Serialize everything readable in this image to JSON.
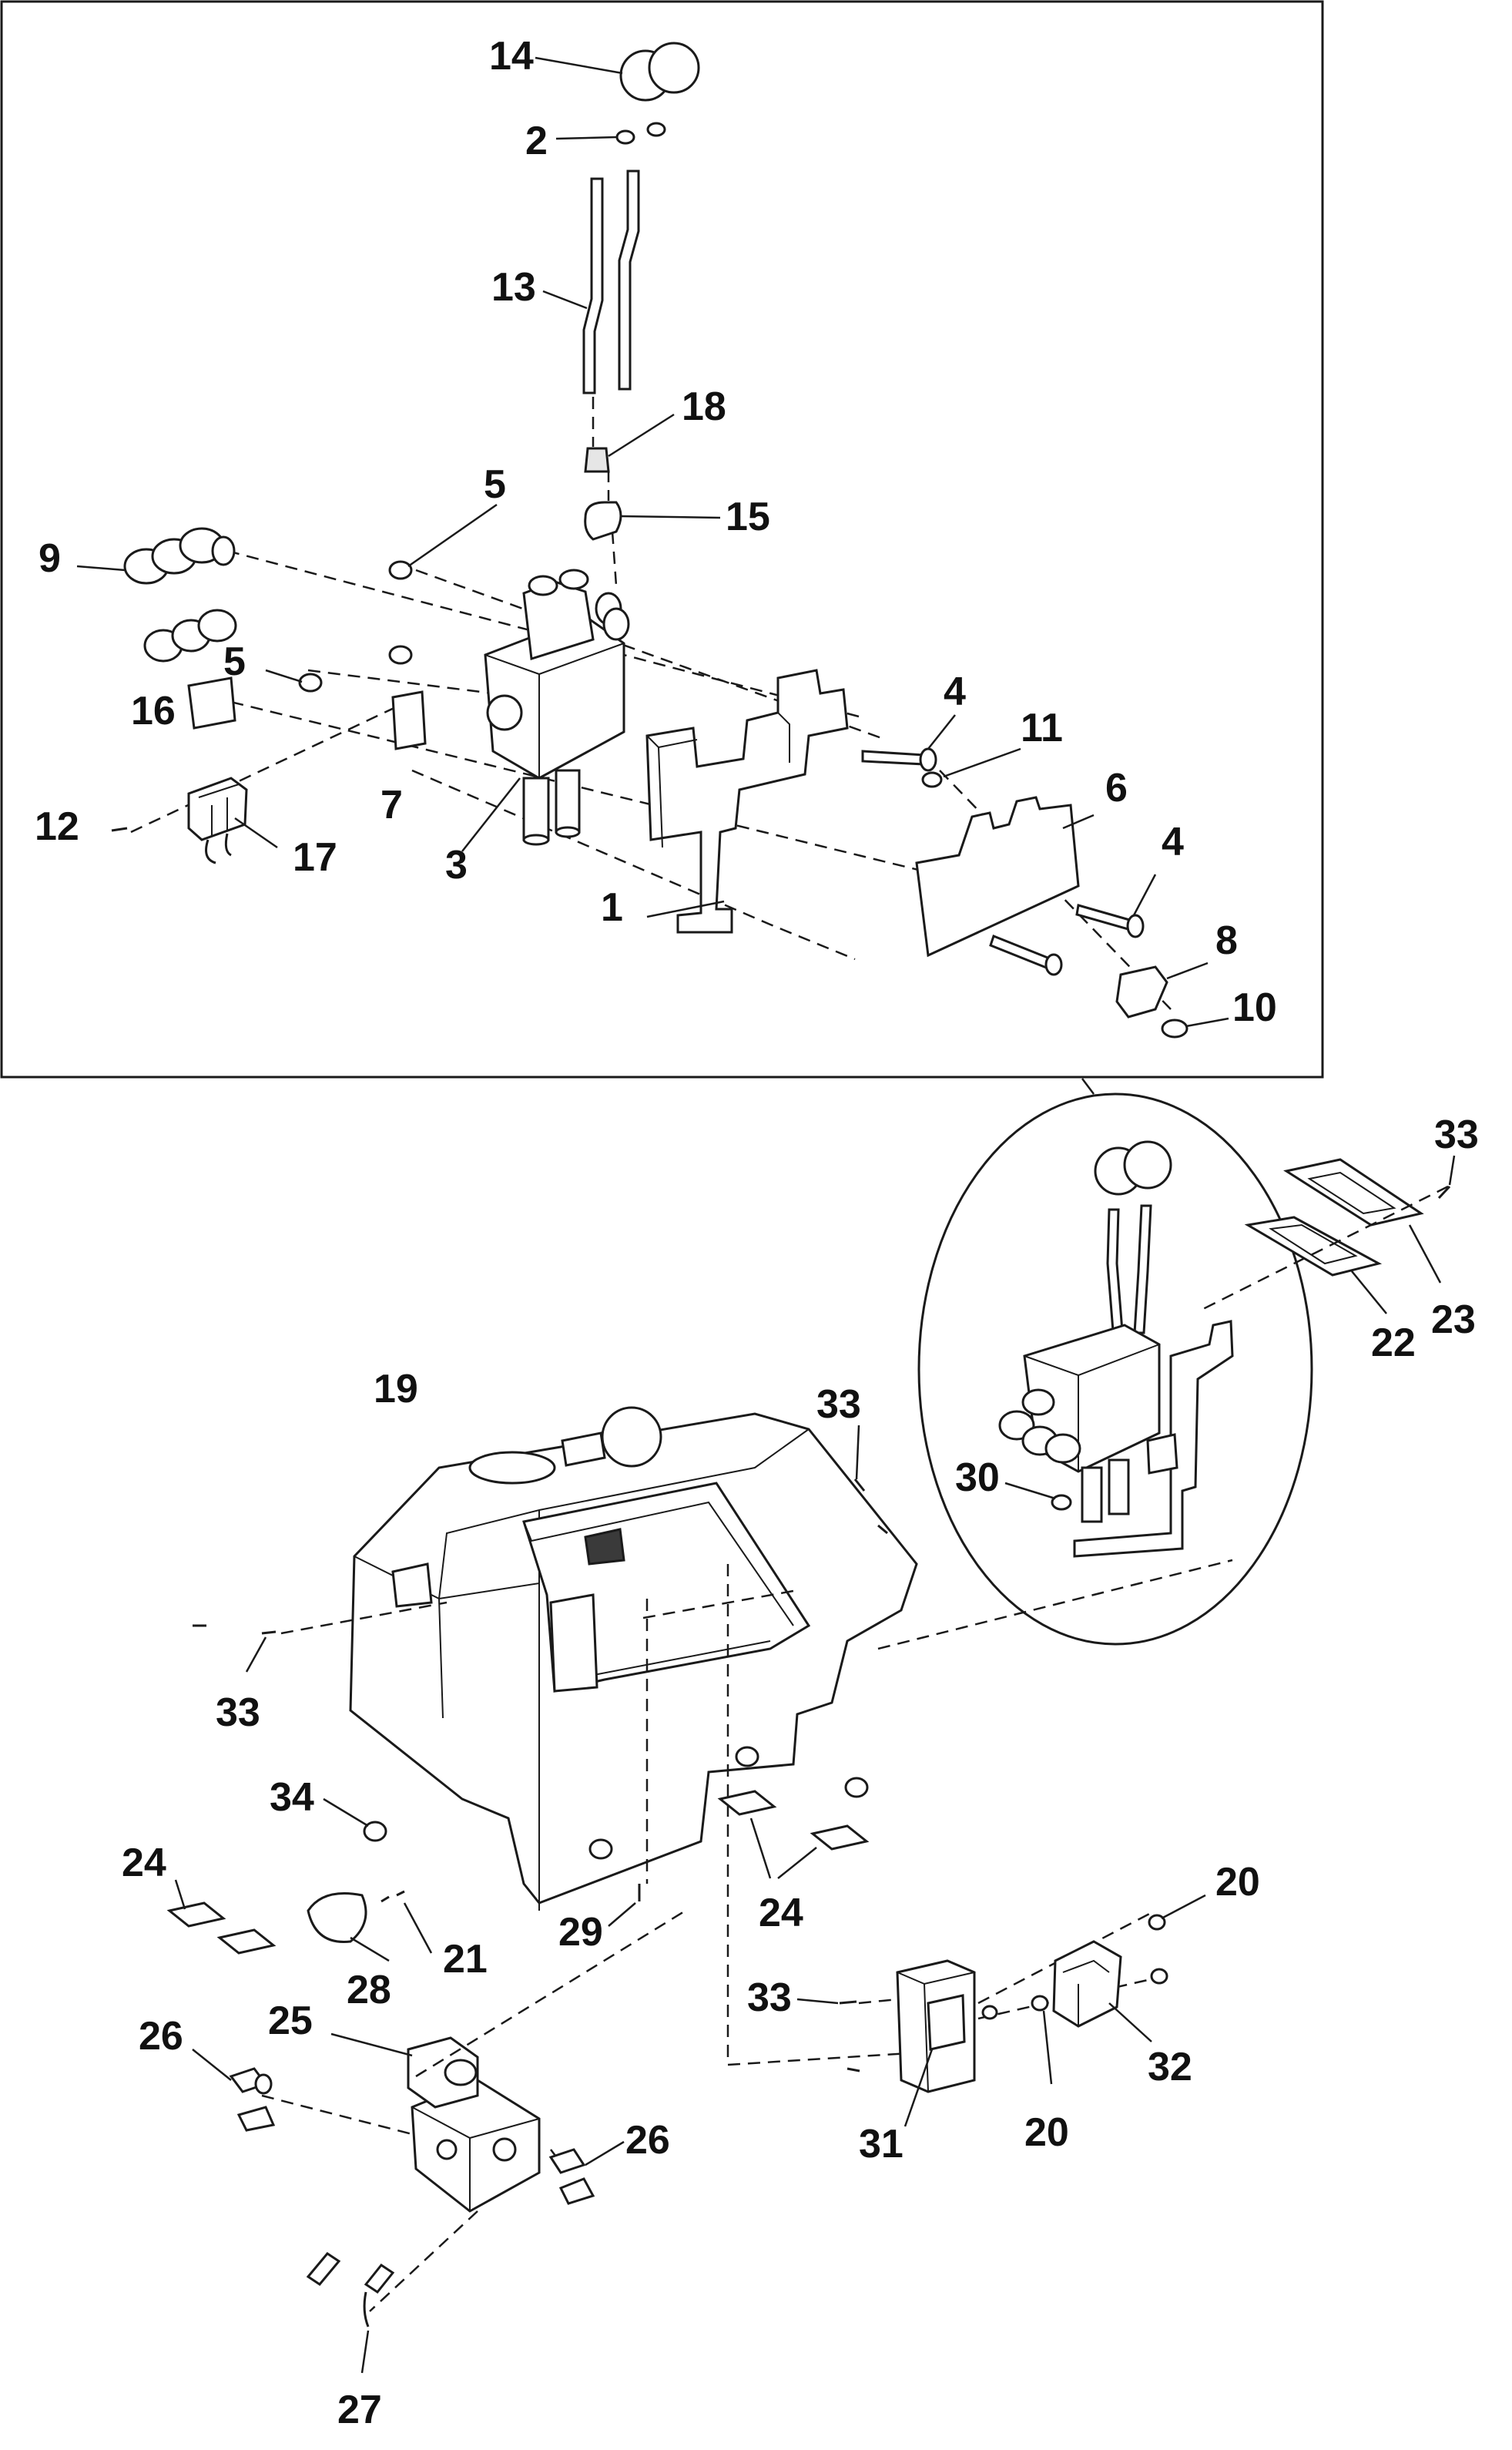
{
  "labels": {
    "p1": "1",
    "p2": "2",
    "p3": "3",
    "p4a": "4",
    "p4b": "4",
    "p5a": "5",
    "p5b": "5",
    "p6": "6",
    "p7": "7",
    "p8": "8",
    "p9": "9",
    "p10": "10",
    "p11": "11",
    "p12": "12",
    "p13": "13",
    "p14": "14",
    "p15": "15",
    "p16": "16",
    "p17": "17",
    "p18": "18",
    "p19": "19",
    "p20a": "20",
    "p20b": "20",
    "p21": "21",
    "p22": "22",
    "p23": "23",
    "p24a": "24",
    "p24b": "24",
    "p25": "25",
    "p26a": "26",
    "p26b": "26",
    "p27": "27",
    "p28": "28",
    "p29": "29",
    "p30": "30",
    "p31": "31",
    "p32": "32",
    "p33a": "33",
    "p33b": "33",
    "p33c": "33",
    "p33d": "33",
    "p34": "34"
  }
}
